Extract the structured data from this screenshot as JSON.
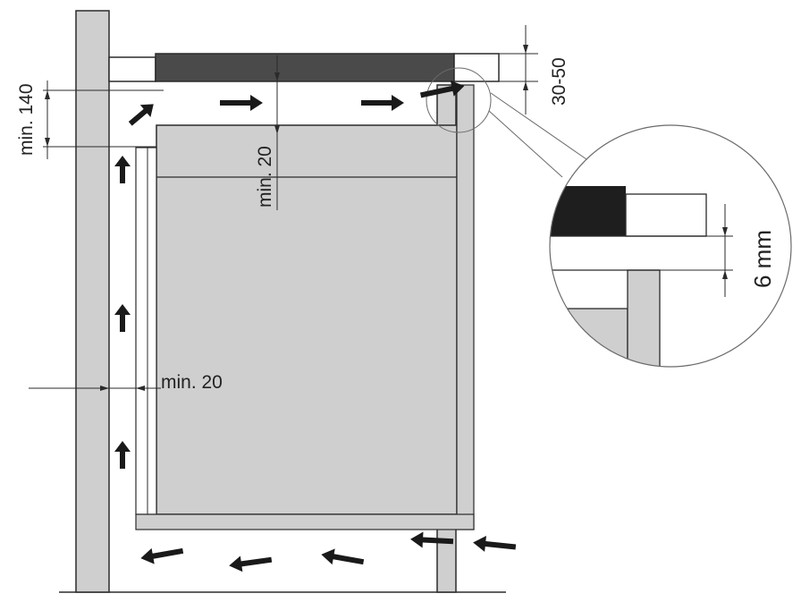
{
  "labels": {
    "min_140": "min. 140",
    "min_20_top": "min. 20",
    "min_20_side": "min. 20",
    "range_30_50": "30-50",
    "gap_6mm": "6 mm"
  },
  "colors": {
    "panel_fill": "#cfcfcf",
    "cooktop_fill": "#4a4a4a",
    "detail_black": "#1e1e1e",
    "line": "#2b2b2b",
    "arrow": "#1a1a1a"
  }
}
